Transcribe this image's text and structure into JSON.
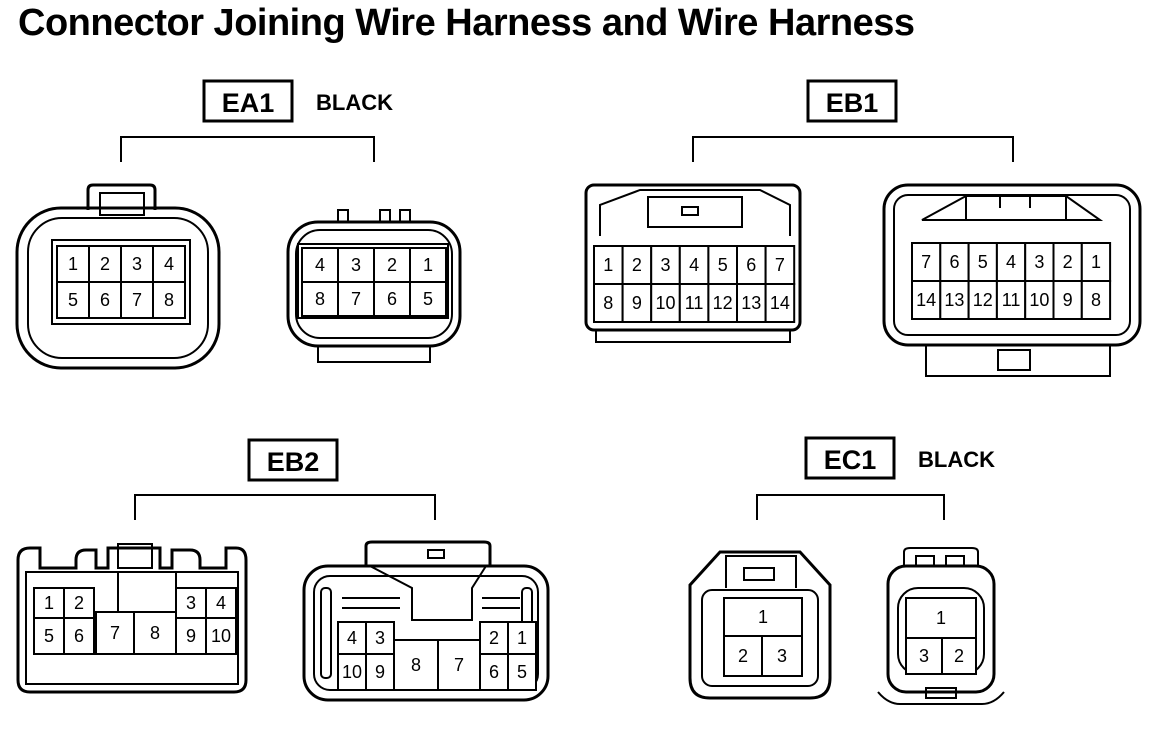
{
  "title": "Connector Joining Wire Harness and Wire Harness",
  "connectors": [
    {
      "id": "EA1",
      "color": "BLACK",
      "sides": [
        {
          "rows": [
            [
              "1",
              "2",
              "3",
              "4"
            ],
            [
              "5",
              "6",
              "7",
              "8"
            ]
          ]
        },
        {
          "rows": [
            [
              "4",
              "3",
              "2",
              "1"
            ],
            [
              "8",
              "7",
              "6",
              "5"
            ]
          ]
        }
      ]
    },
    {
      "id": "EB1",
      "color": "",
      "sides": [
        {
          "rows": [
            [
              "1",
              "2",
              "3",
              "4",
              "5",
              "6",
              "7"
            ],
            [
              "8",
              "9",
              "10",
              "11",
              "12",
              "13",
              "14"
            ]
          ]
        },
        {
          "rows": [
            [
              "7",
              "6",
              "5",
              "4",
              "3",
              "2",
              "1"
            ],
            [
              "14",
              "13",
              "12",
              "11",
              "10",
              "9",
              "8"
            ]
          ]
        }
      ]
    },
    {
      "id": "EB2",
      "color": "",
      "sides": [
        {
          "pins": [
            "1",
            "2",
            "3",
            "4",
            "5",
            "6",
            "7",
            "8",
            "9",
            "10"
          ]
        },
        {
          "pins": [
            "4",
            "3",
            "2",
            "1",
            "10",
            "9",
            "8",
            "7",
            "6",
            "5"
          ]
        }
      ]
    },
    {
      "id": "EC1",
      "color": "BLACK",
      "sides": [
        {
          "pins": [
            "1",
            "2",
            "3"
          ]
        },
        {
          "pins": [
            "1",
            "3",
            "2"
          ]
        }
      ]
    }
  ]
}
